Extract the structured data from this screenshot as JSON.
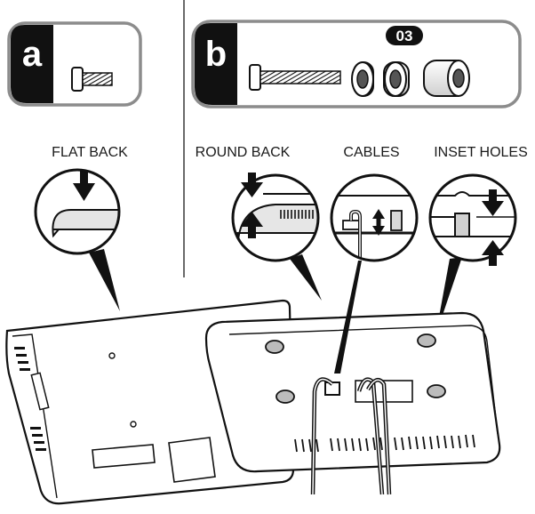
{
  "panels": {
    "a": {
      "letter": "a"
    },
    "b": {
      "letter": "b",
      "quantity_badge": "03"
    }
  },
  "labels": {
    "flat_back": "FLAT BACK",
    "round_back": "ROUND BACK",
    "cables": "CABLES",
    "inset_holes": "INSET HOLES"
  },
  "colors": {
    "ink": "#1a1a1a",
    "panel_border": "#8c8c8c",
    "tab_fill": "#111111",
    "gray_fill": "#d9d9d9"
  }
}
